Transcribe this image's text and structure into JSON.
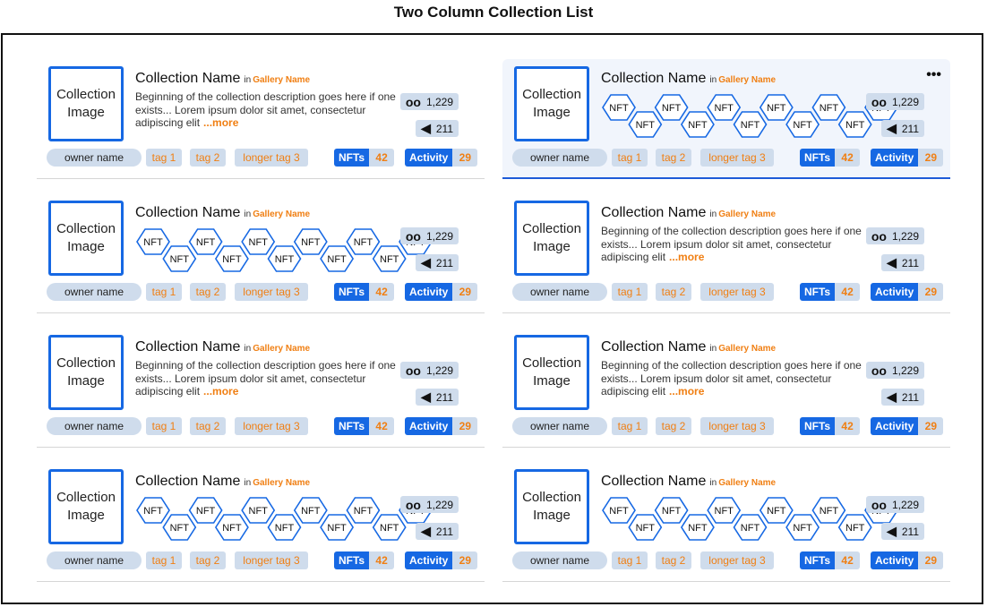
{
  "page_title": "Two Column Collection List",
  "colors": {
    "accent": "#1668e3",
    "orange": "#f07f13",
    "chip_bg": "#cfdcec",
    "selected_bg": "#f1f5fc"
  },
  "cards": [
    {
      "id": "c1",
      "variant": "desc",
      "selected": false,
      "image_text": "Collection\nImage",
      "name": "Collection Name",
      "in_word": "in",
      "gallery": "Gallery Name",
      "description": "Beginning of the collection description goes here if one exists... Lorem ipsum dolor sit amet, consectetur adipiscing elit",
      "more": "...more",
      "views": "1,229",
      "shares": "211",
      "owner": "owner name",
      "tags": [
        "tag 1",
        "tag 2",
        "longer tag 3"
      ],
      "nfts_label": "NFTs",
      "nfts_count": "42",
      "activity_label": "Activity",
      "activity_count": "29"
    },
    {
      "id": "c2",
      "variant": "nft",
      "selected": true,
      "menu": "•••",
      "image_text": "Collection\nImage",
      "name": "Collection Name",
      "in_word": "in",
      "gallery": "Gallery Name",
      "nft_label": "NFT",
      "views": "1,229",
      "shares": "211",
      "owner": "owner name",
      "tags": [
        "tag 1",
        "tag 2",
        "longer tag 3"
      ],
      "nfts_label": "NFTs",
      "nfts_count": "42",
      "activity_label": "Activity",
      "activity_count": "29"
    },
    {
      "id": "c3",
      "variant": "nft",
      "selected": false,
      "image_text": "Collection\nImage",
      "name": "Collection Name",
      "in_word": "in",
      "gallery": "Gallery Name",
      "nft_label": "NFT",
      "views": "1,229",
      "shares": "211",
      "owner": "owner name",
      "tags": [
        "tag 1",
        "tag 2",
        "longer tag 3"
      ],
      "nfts_label": "NFTs",
      "nfts_count": "42",
      "activity_label": "Activity",
      "activity_count": "29"
    },
    {
      "id": "c4",
      "variant": "desc",
      "selected": false,
      "image_text": "Collection\nImage",
      "name": "Collection Name",
      "in_word": "in",
      "gallery": "Gallery Name",
      "description": "Beginning of the collection description goes here if one exists... Lorem ipsum dolor sit amet, consectetur adipiscing elit",
      "more": "...more",
      "views": "1,229",
      "shares": "211",
      "owner": "owner name",
      "tags": [
        "tag 1",
        "tag 2",
        "longer tag 3"
      ],
      "nfts_label": "NFTs",
      "nfts_count": "42",
      "activity_label": "Activity",
      "activity_count": "29"
    },
    {
      "id": "c5",
      "variant": "desc",
      "selected": false,
      "image_text": "Collection\nImage",
      "name": "Collection Name",
      "in_word": "in",
      "gallery": "Gallery Name",
      "description": "Beginning of the collection description goes here if one exists... Lorem ipsum dolor sit amet, consectetur adipiscing elit",
      "more": "...more",
      "views": "1,229",
      "shares": "211",
      "owner": "owner name",
      "tags": [
        "tag 1",
        "tag 2",
        "longer tag 3"
      ],
      "nfts_label": "NFTs",
      "nfts_count": "42",
      "activity_label": "Activity",
      "activity_count": "29"
    },
    {
      "id": "c6",
      "variant": "desc",
      "selected": false,
      "image_text": "Collection\nImage",
      "name": "Collection Name",
      "in_word": "in",
      "gallery": "Gallery Name",
      "description": "Beginning of the collection description goes here if one exists... Lorem ipsum dolor sit amet, consectetur adipiscing elit",
      "more": "...more",
      "views": "1,229",
      "shares": "211",
      "owner": "owner name",
      "tags": [
        "tag 1",
        "tag 2",
        "longer tag 3"
      ],
      "nfts_label": "NFTs",
      "nfts_count": "42",
      "activity_label": "Activity",
      "activity_count": "29"
    },
    {
      "id": "c7",
      "variant": "nft",
      "selected": false,
      "image_text": "Collection\nImage",
      "name": "Collection Name",
      "in_word": "in",
      "gallery": "Gallery Name",
      "nft_label": "NFT",
      "views": "1,229",
      "shares": "211",
      "owner": "owner name",
      "tags": [
        "tag 1",
        "tag 2",
        "longer tag 3"
      ],
      "nfts_label": "NFTs",
      "nfts_count": "42",
      "activity_label": "Activity",
      "activity_count": "29"
    },
    {
      "id": "c8",
      "variant": "nft",
      "selected": false,
      "image_text": "Collection\nImage",
      "name": "Collection Name",
      "in_word": "in",
      "gallery": "Gallery Name",
      "nft_label": "NFT",
      "views": "1,229",
      "shares": "211",
      "owner": "owner name",
      "tags": [
        "tag 1",
        "tag 2",
        "longer tag 3"
      ],
      "nfts_label": "NFTs",
      "nfts_count": "42",
      "activity_label": "Activity",
      "activity_count": "29"
    }
  ]
}
